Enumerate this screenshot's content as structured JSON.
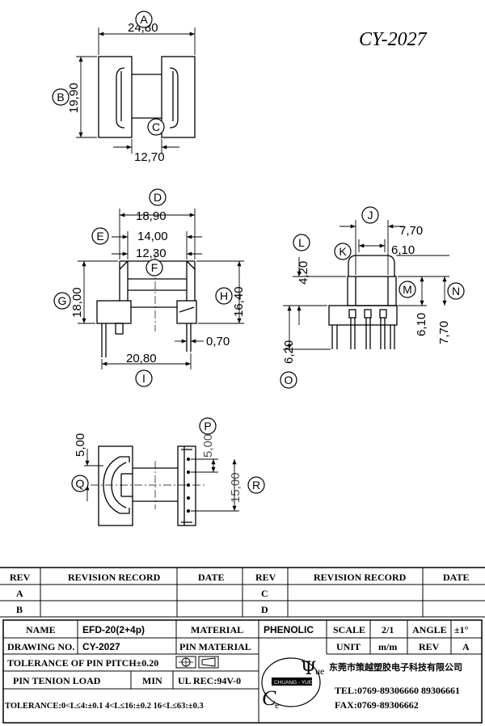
{
  "model": "CY-2027",
  "dims": {
    "A": "24,80",
    "B": "19,90",
    "C": "12,70",
    "D": "18,90",
    "E": "14,00",
    "E2": "12,30",
    "G": "18,00",
    "H": "16,40",
    "I": "20,80",
    "pin_w": "0,70",
    "J": "7,70",
    "K": "6,10",
    "L": "4,20",
    "M": "6,20",
    "N": "6,10",
    "O": "7,70",
    "Q": "5,00",
    "P": "5,00",
    "R": "15,00"
  },
  "labels": [
    "A",
    "B",
    "C",
    "D",
    "E",
    "F",
    "G",
    "H",
    "I",
    "J",
    "K",
    "L",
    "M",
    "N",
    "O",
    "P",
    "Q",
    "R"
  ],
  "revision": {
    "headers": [
      "REV",
      "REVISION RECORD",
      "DATE",
      "REV",
      "REVISION RECORD",
      "DATE"
    ],
    "rows": [
      {
        "rev_left": "A",
        "rev_right": "C"
      },
      {
        "rev_left": "B",
        "rev_right": "D"
      }
    ]
  },
  "title_block": {
    "name_label": "NAME",
    "name_value": "EFD-20(2+4p)",
    "material_label": "MATERIAL",
    "material_value": "PHENOLIC",
    "scale_label": "SCALE",
    "scale_value": "2/1",
    "angle_label": "ANGLE",
    "angle_value": "±1°",
    "drawing_no_label": "DRAWING NO.",
    "drawing_no_value": "CY-2027",
    "pin_material_label": "PIN MATERIAL",
    "unit_label": "UNIT",
    "unit_value": "m/m",
    "rev_label": "REV",
    "rev_value": "A",
    "pitch_tolerance": "TOLERANCE OF PIN PITCH±0.20",
    "tension_label": "PIN TENION LOAD",
    "tension_value": "MIN",
    "ul_rec": "UL REC:94V-0",
    "tolerance": "TOLERANCE:0<L≤4:±0.1  4<L≤16:±0.2  16<L≤63:±0.3",
    "company": "东莞市策越塑胶电子科技有限公司",
    "tel": "TEL:0769-89306660  89306661",
    "fax": "FAX:0769-89306662",
    "logo_mark": "ue",
    "logo_band": "CHUANG - YUE",
    "logo_c": "C",
    "logo_e": "e"
  }
}
